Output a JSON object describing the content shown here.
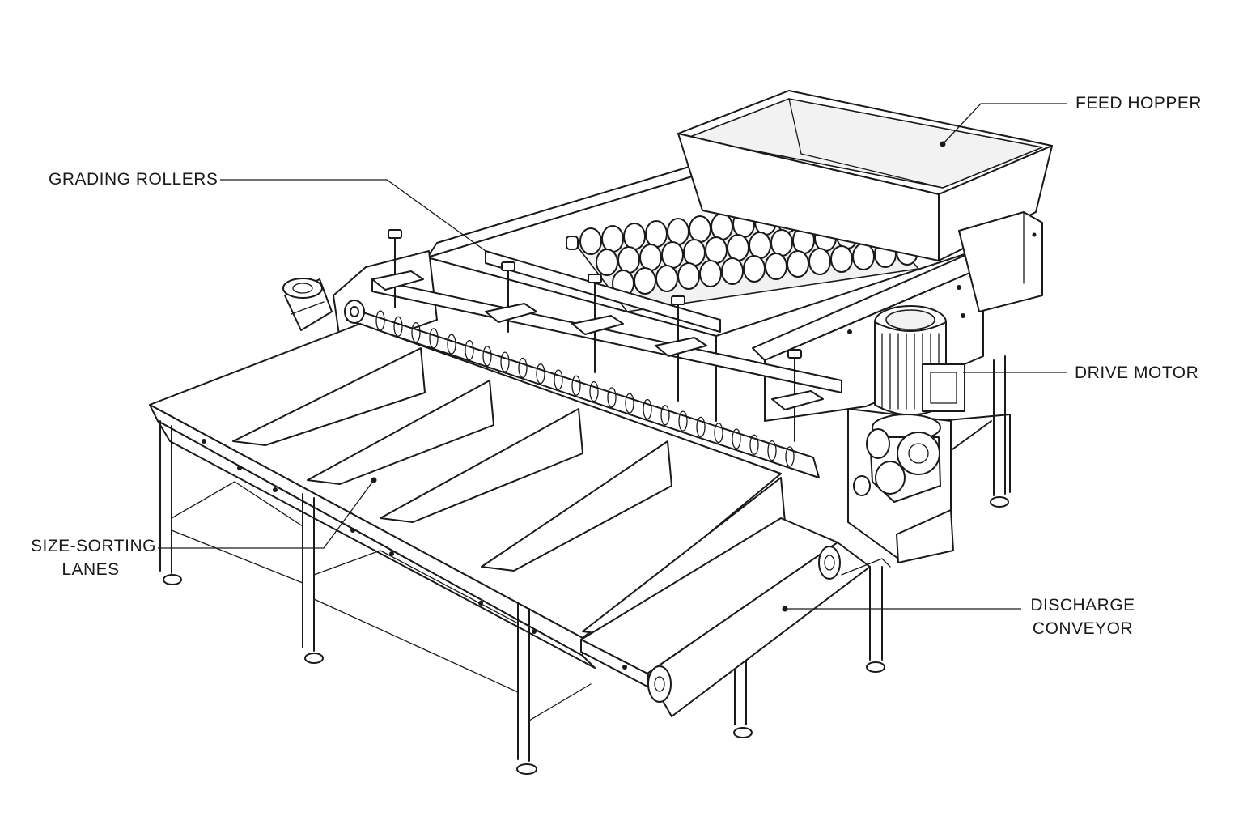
{
  "labels": {
    "feed_hopper": "FEED HOPPER",
    "grading_rollers": "GRADING ROLLERS",
    "drive_motor": "DRIVE MOTOR",
    "size_sorting_lanes": [
      "SIZE-SORTING",
      "LANES"
    ],
    "discharge_conveyor": [
      "DISCHARGE",
      "CONVEYOR"
    ]
  },
  "colors": {
    "line": "#1a1a1a",
    "background": "#ffffff",
    "shade": "#f2f2f2"
  }
}
